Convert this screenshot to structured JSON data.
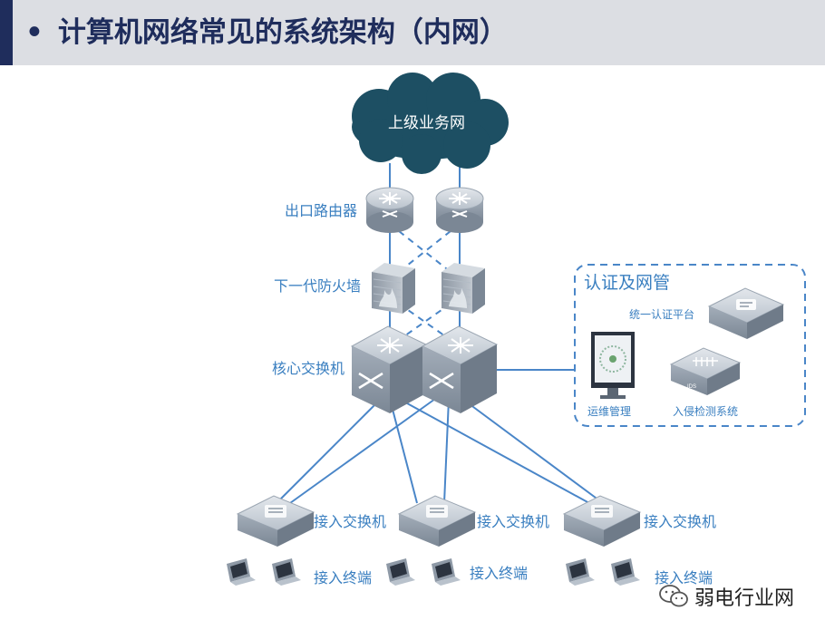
{
  "header": {
    "bullet": "•",
    "title": "计算机网络常见的系统架构（内网）"
  },
  "diagram": {
    "cloud_label": "上级业务网",
    "router_label": "出口路由器",
    "firewall_label": "下一代防火墙",
    "core_label": "核心交换机",
    "access_labels": [
      "接入交换机",
      "接入交换机",
      "接入交换机"
    ],
    "terminal_labels": [
      "接入终端",
      "接入终端",
      "接入终端"
    ],
    "panel": {
      "title": "认证及网管",
      "auth_platform": "统一认证平台",
      "ops_mgmt": "运维管理",
      "ids": "入侵检测系统",
      "ids_badge": "IDS"
    },
    "colors": {
      "cloud": "#1d4f63",
      "link": "#4a86c8",
      "label": "#3a7fc0",
      "device_top": "#c9d0d8",
      "device_side": "#8e99a6",
      "header_bg": "#dcdee3",
      "header_text": "#1f2d5c"
    }
  },
  "watermark": {
    "icon": "wechat-icon",
    "text": "弱电行业网"
  }
}
